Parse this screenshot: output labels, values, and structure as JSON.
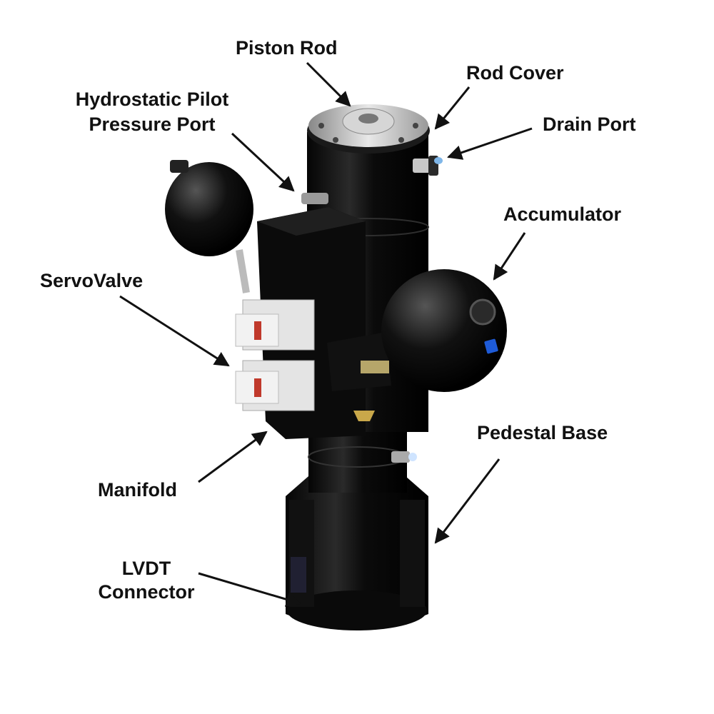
{
  "figure": {
    "subject": "Hydraulic actuator assembly",
    "background": "#ffffff",
    "labels": [
      {
        "id": "piston-rod",
        "text": "Piston Rod"
      },
      {
        "id": "rod-cover",
        "text": "Rod Cover"
      },
      {
        "id": "hydrostatic-pilot-line1",
        "text": "Hydrostatic Pilot"
      },
      {
        "id": "hydrostatic-pilot-line2",
        "text": "Pressure Port"
      },
      {
        "id": "drain-port",
        "text": "Drain Port"
      },
      {
        "id": "accumulator",
        "text": "Accumulator"
      },
      {
        "id": "servovalve",
        "text": "ServoValve"
      },
      {
        "id": "pedestal-base",
        "text": "Pedestal Base"
      },
      {
        "id": "manifold",
        "text": "Manifold"
      },
      {
        "id": "lvdt-line1",
        "text": "LVDT"
      },
      {
        "id": "lvdt-line2",
        "text": "Connector"
      }
    ],
    "colors": {
      "body": "#0c0c0c",
      "valve": "#e6e6e6",
      "valve_tag": "#c0392b",
      "cap": "#cfcfcf",
      "label_blue": "#1e5bd8"
    }
  }
}
